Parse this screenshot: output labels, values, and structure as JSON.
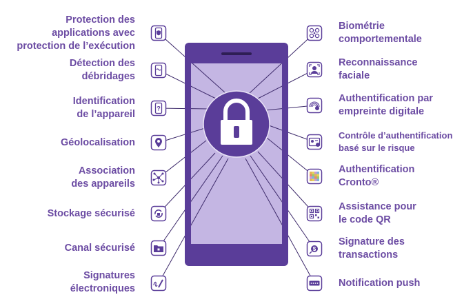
{
  "colors": {
    "phone_body": "#5a3d99",
    "screen": "#c4b6e3",
    "lock_circle": "#5a3d99",
    "label": "#6c4ca3",
    "line": "#3d2a6b",
    "icon_stroke": "#5a3d99"
  },
  "left_features": [
    {
      "lines": [
        "Protection des",
        "applications avec",
        "protection de l’exécution"
      ],
      "icon": "shield-phone-icon"
    },
    {
      "lines": [
        "Détection des",
        "débridages"
      ],
      "icon": "jailbreak-phone-icon"
    },
    {
      "lines": [
        "Identification",
        "de l’appareil"
      ],
      "icon": "question-phone-icon"
    },
    {
      "lines": [
        "Géolocalisation"
      ],
      "icon": "location-pin-icon"
    },
    {
      "lines": [
        "Association",
        "des appareils"
      ],
      "icon": "device-network-icon"
    },
    {
      "lines": [
        "Stockage sécurisé"
      ],
      "icon": "secure-storage-icon"
    },
    {
      "lines": [
        "Canal sécurisé"
      ],
      "icon": "secure-folder-icon"
    },
    {
      "lines": [
        "Signatures",
        "électroniques"
      ],
      "icon": "e-signature-icon"
    }
  ],
  "right_features": [
    {
      "lines": [
        "Biométrie",
        "comportementale"
      ],
      "icon": "behavioral-biometrics-icon"
    },
    {
      "lines": [
        "Reconnaissance",
        "faciale"
      ],
      "icon": "face-recognition-icon"
    },
    {
      "lines": [
        "Authentification par",
        "empreinte digitale"
      ],
      "icon": "fingerprint-icon"
    },
    {
      "lines": [
        "Contrôle d’authentification",
        "basé sur le risque"
      ],
      "icon": "risk-id-card-icon"
    },
    {
      "lines": [
        "Authentification",
        "Cronto®"
      ],
      "icon": "cronto-mosaic-icon"
    },
    {
      "lines": [
        "Assistance pour",
        "le code QR"
      ],
      "icon": "qr-code-icon"
    },
    {
      "lines": [
        "Signature des",
        "transactions"
      ],
      "icon": "transaction-signing-icon"
    },
    {
      "lines": [
        "Notification push"
      ],
      "icon": "push-notification-icon"
    }
  ]
}
